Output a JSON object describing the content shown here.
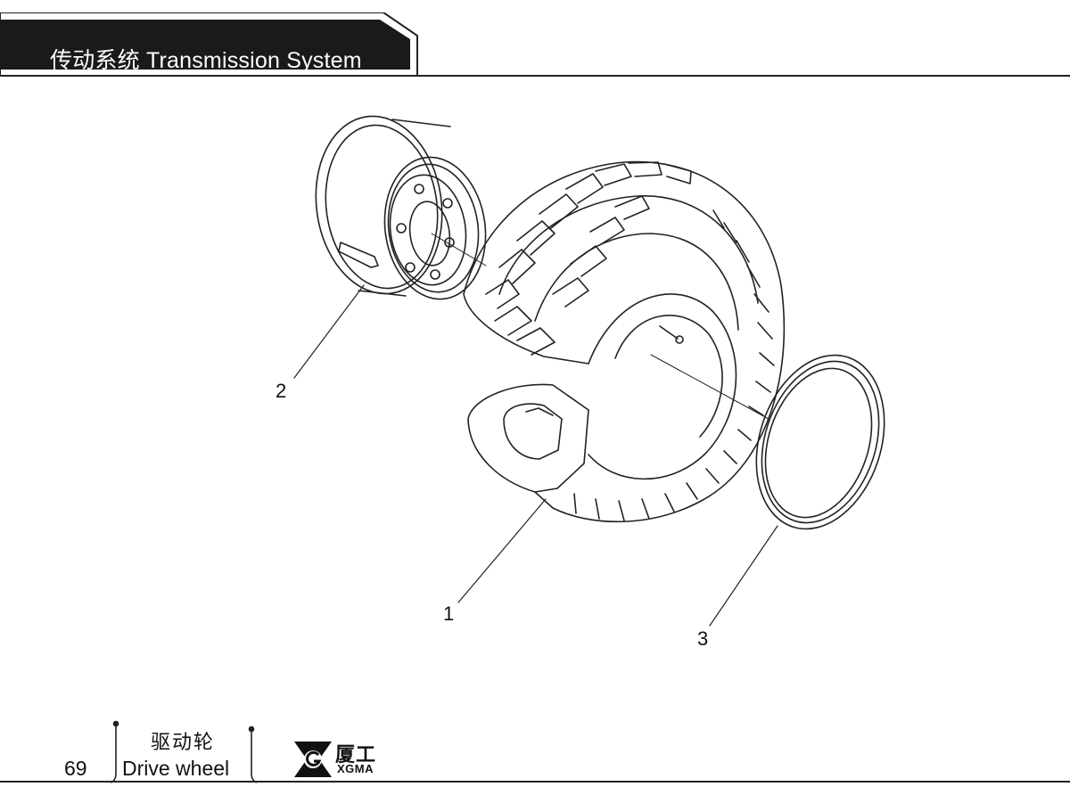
{
  "header": {
    "title": "传动系统  Transmission System"
  },
  "callouts": {
    "label_1": "1",
    "label_2": "2",
    "label_3": "3"
  },
  "footer": {
    "page_number": "69",
    "section_title_zh": "驱动轮",
    "section_title_en": "Drive wheel",
    "brand_zh": "厦工",
    "brand_en": "XGMA"
  },
  "icons": {
    "logo": "xgma-logo-icon"
  },
  "colors": {
    "header_background": "#1a1a1a",
    "text": "#111111",
    "line_art": "#222222"
  }
}
